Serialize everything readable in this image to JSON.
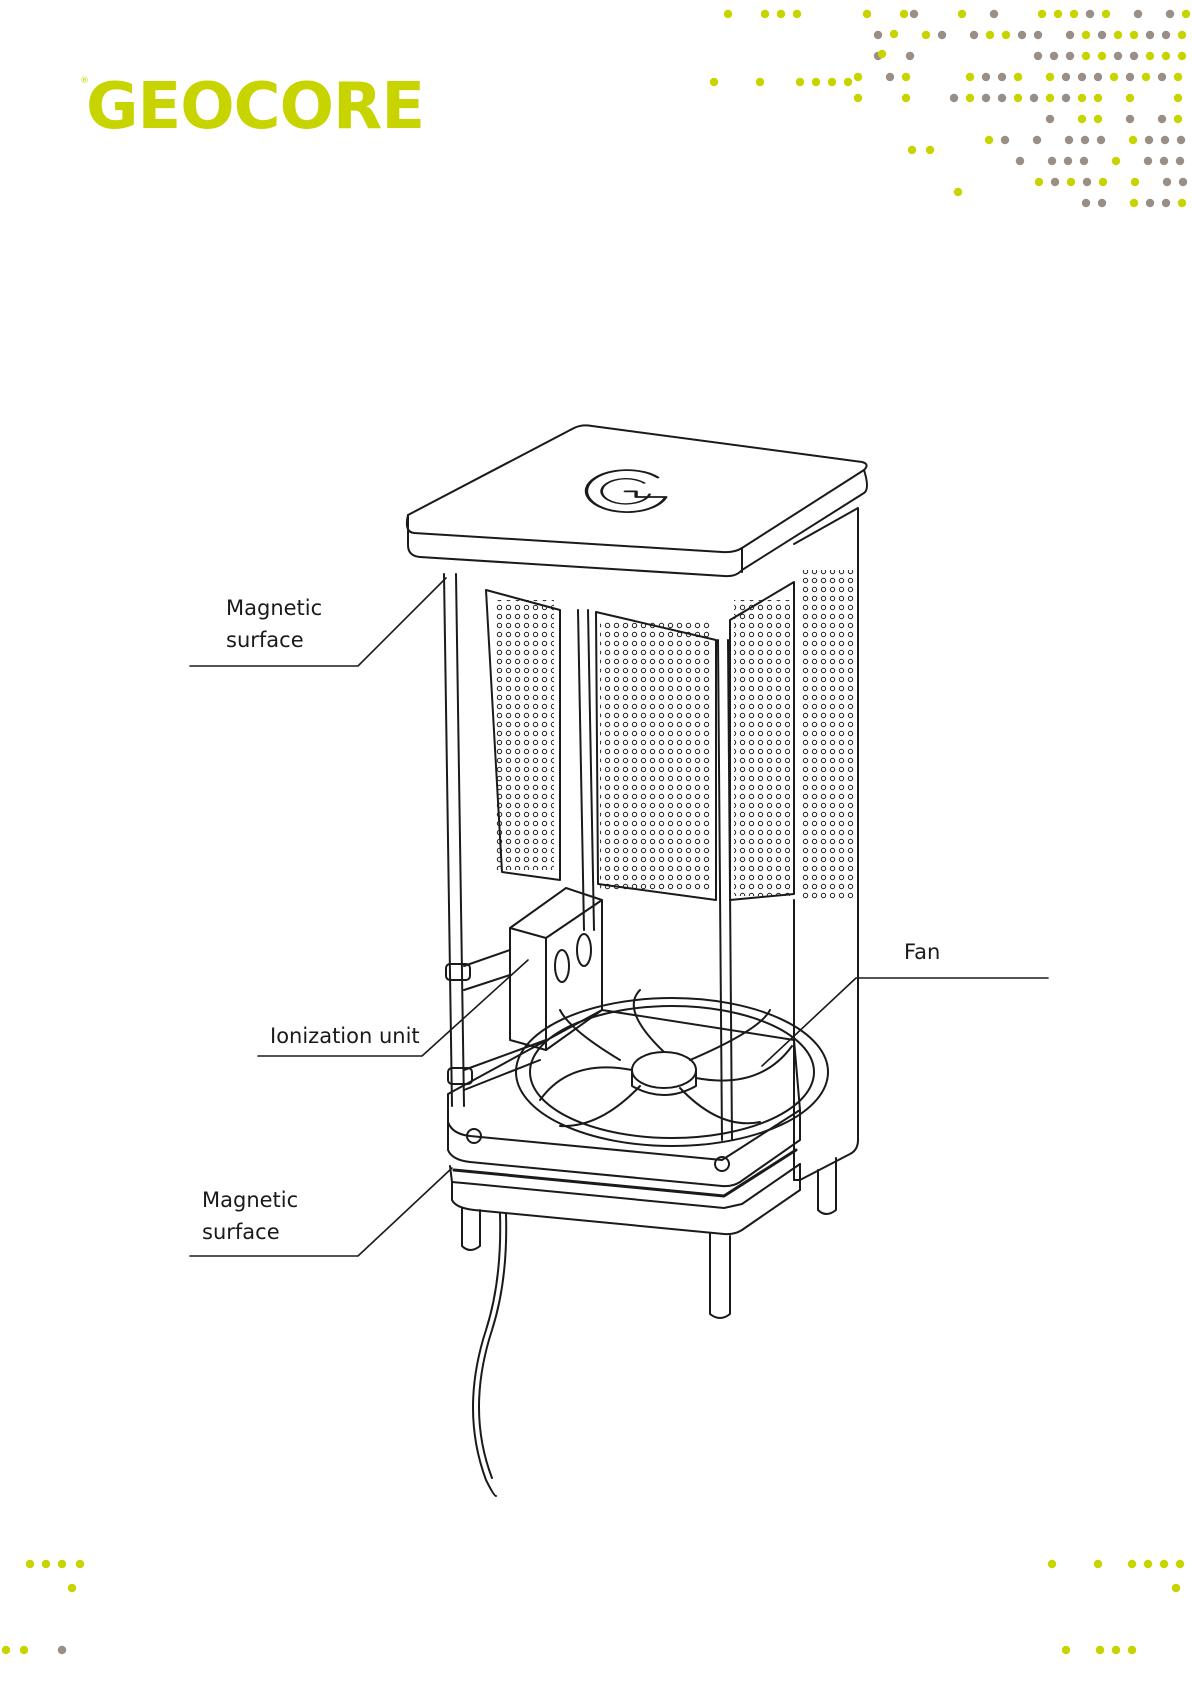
{
  "brand": {
    "name": "GEOCORE",
    "registered_mark": "®",
    "accent_color": "#c8d400",
    "secondary_dot_color": "#9a8f86"
  },
  "callouts": {
    "top_magnetic": {
      "line1": "Magnetic",
      "line2": "surface"
    },
    "fan": {
      "text": "Fan"
    },
    "ionization": {
      "text": "Ionization unit"
    },
    "bottom_magnetic": {
      "line1": "Magnetic",
      "line2": "surface"
    }
  }
}
